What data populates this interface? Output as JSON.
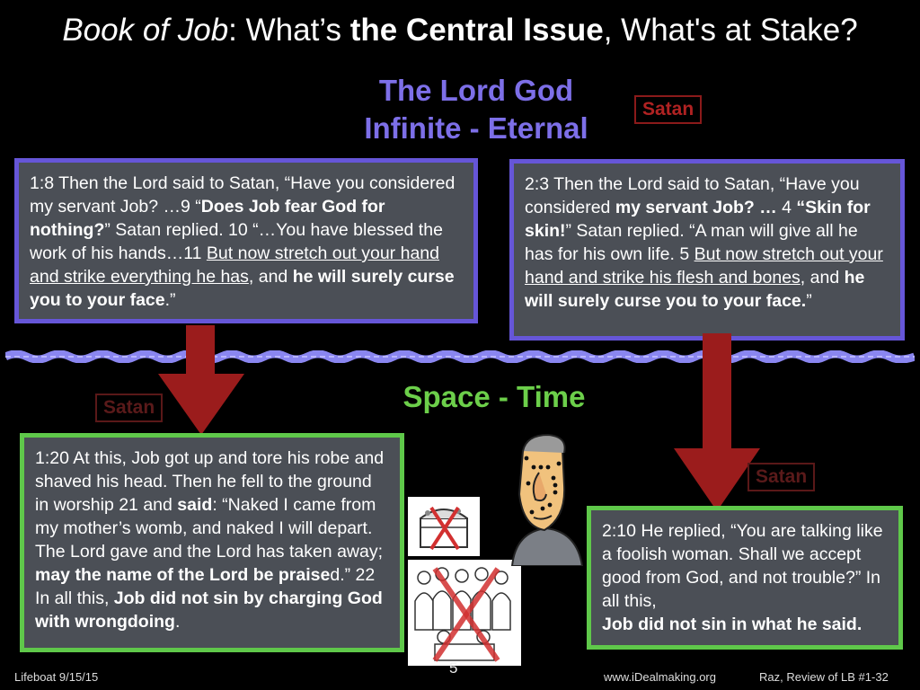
{
  "title": {
    "part1": "Book of Job",
    "part2": ":  What’s ",
    "part3": "the Central  Issue",
    "part4": ", What's at Stake?"
  },
  "heaven": {
    "line1": "The Lord God",
    "line2": "Infinite - Eternal"
  },
  "satan_label": "Satan",
  "space_time": "Space - Time",
  "box1": {
    "t1": "1:8 Then the Lord said to Satan, “Have you considered my servant Job? …9 “",
    "b1": "Does Job fear God for nothing?",
    "t2": "” Satan replied. 10 “…You have blessed the work of his hands…11 ",
    "u1": "But now stretch out your hand and strike everything he has",
    "t3": ", and ",
    "b2": "he will surely curse you to your face",
    "t4": ".”"
  },
  "box2": {
    "t1": "2:3 Then the Lord said to Satan, “Have you considered ",
    "b1": "my servant Job? …",
    "t2": " 4 ",
    "b2": "“Skin for skin!",
    "t3": "” Satan replied. “A man will give all he has for his own life. 5 ",
    "u1": "But now stretch out your hand and strike his flesh and bones",
    "t4": ", and ",
    "b3": "he will surely curse you to your face.",
    "t5": "”"
  },
  "box3": {
    "t1": "1:20 At this, Job got up and tore his robe and shaved his head. Then he fell to the ground in worship 21 and ",
    "b1": "said",
    "t2": ": “Naked I came from my mother’s womb, and naked I will depart. The Lord gave and the Lord has taken away; ",
    "b2": "may the name of the Lord be praise",
    "t3": "d.” 22 In all this, ",
    "b3": "Job did not sin by charging God with wrongdoing",
    "t4": "."
  },
  "box4": {
    "t1": "2:10 He replied, “You are talking like a foolish woman. Shall we accept good from God, and not trouble?” In all this,",
    "b1": "Job did not sin in what he said."
  },
  "footer": {
    "left": "Lifeboat 9/15/15",
    "page": "5",
    "site": "www.iDealmaking.org",
    "right": "Raz, Review of LB #1-32"
  },
  "colors": {
    "heaven": "#7d6fe8",
    "earth": "#6ccf4a",
    "arrow": "#9b1c1c",
    "box_bg": "#4b4f56"
  }
}
